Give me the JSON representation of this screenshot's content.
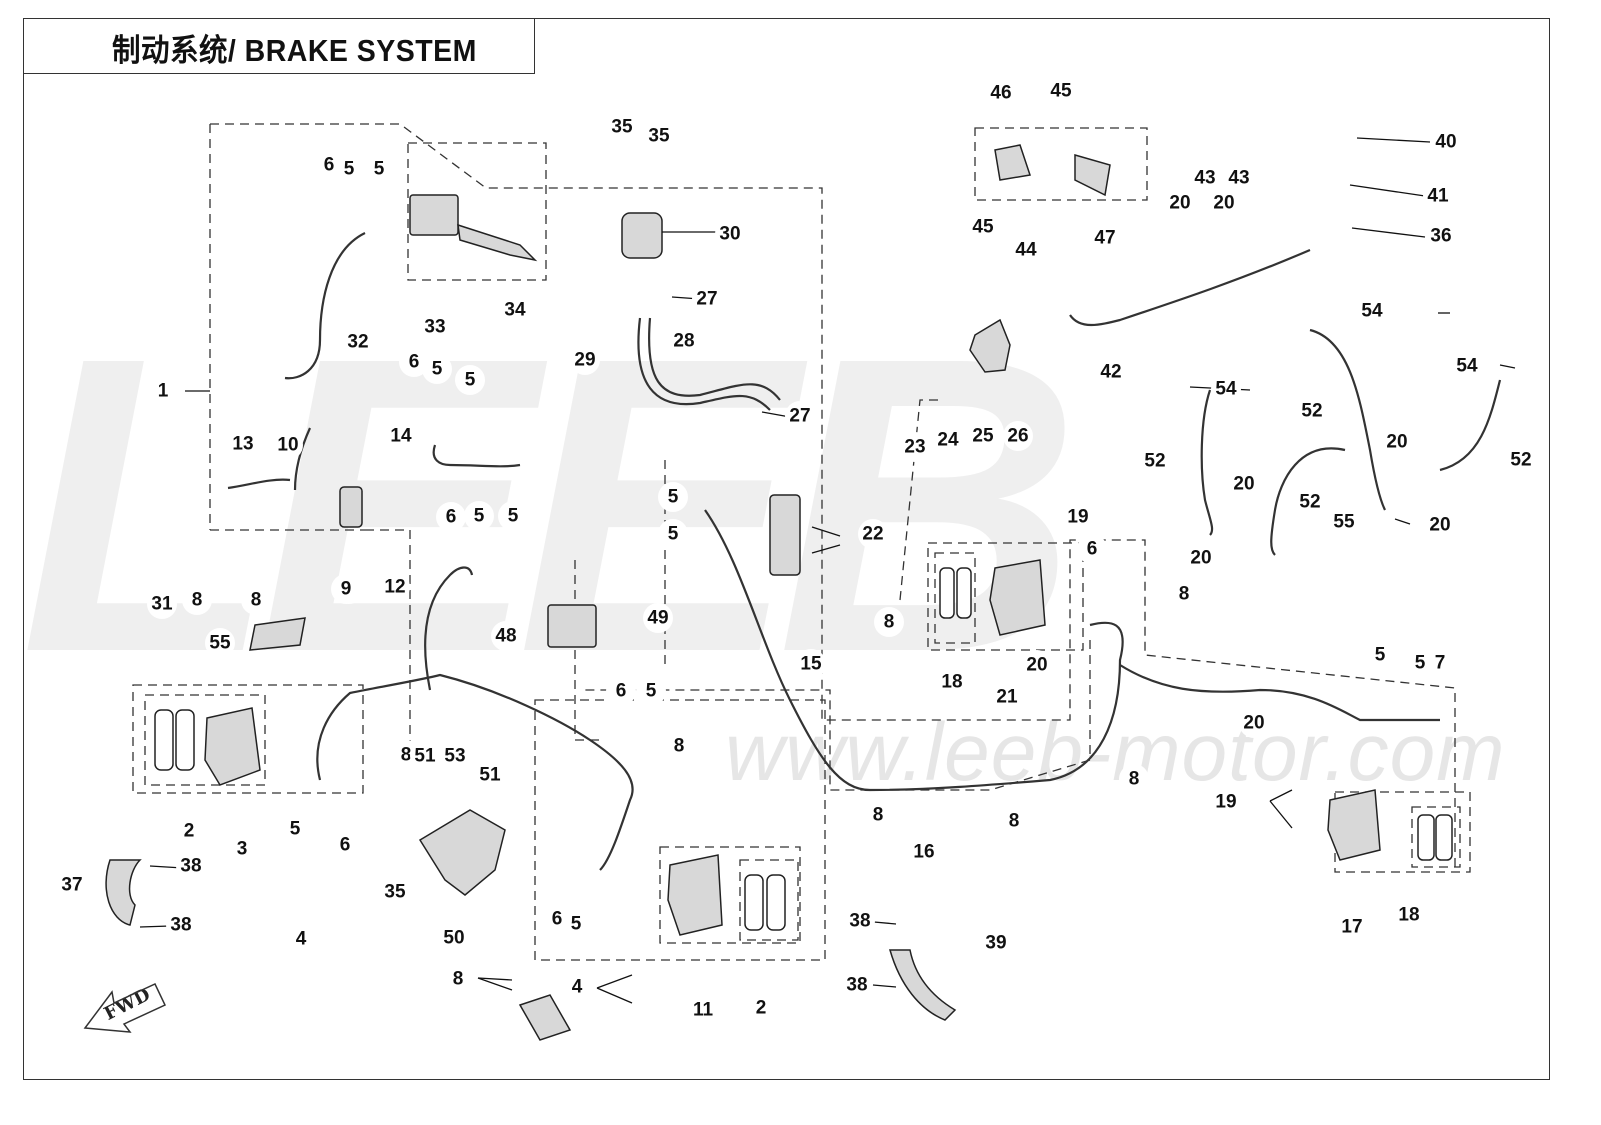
{
  "title": "制动系统/ BRAKE SYSTEM",
  "watermark_url": "www.leeb-motor.com",
  "watermark_logo": "LEEB",
  "direction_arrow": "FWD",
  "colors": {
    "line": "#333333",
    "watermark": "#eeeeee",
    "text": "#111111"
  },
  "callouts": [
    "1",
    "2",
    "2",
    "3",
    "4",
    "4",
    "5",
    "5",
    "5",
    "5",
    "5",
    "5",
    "5",
    "5",
    "5",
    "5",
    "5",
    "5",
    "5",
    "6",
    "6",
    "6",
    "6",
    "6",
    "6",
    "6",
    "7",
    "8",
    "8",
    "8",
    "8",
    "8",
    "8",
    "8",
    "8",
    "8",
    "8",
    "8",
    "9",
    "10",
    "11",
    "12",
    "13",
    "14",
    "15",
    "16",
    "17",
    "18",
    "18",
    "18",
    "19",
    "19",
    "20",
    "20",
    "20",
    "20",
    "20",
    "20",
    "20",
    "20",
    "20",
    "21",
    "22",
    "23",
    "24",
    "25",
    "26",
    "27",
    "27",
    "28",
    "29",
    "30",
    "31",
    "32",
    "33",
    "34",
    "35",
    "35",
    "35",
    "36",
    "37",
    "38",
    "38",
    "38",
    "38",
    "39",
    "40",
    "41",
    "42",
    "43",
    "43",
    "44",
    "45",
    "45",
    "46",
    "47",
    "48",
    "49",
    "50",
    "51",
    "51",
    "52",
    "52",
    "52",
    "52",
    "53",
    "54",
    "54",
    "54",
    "54",
    "55",
    "55"
  ]
}
